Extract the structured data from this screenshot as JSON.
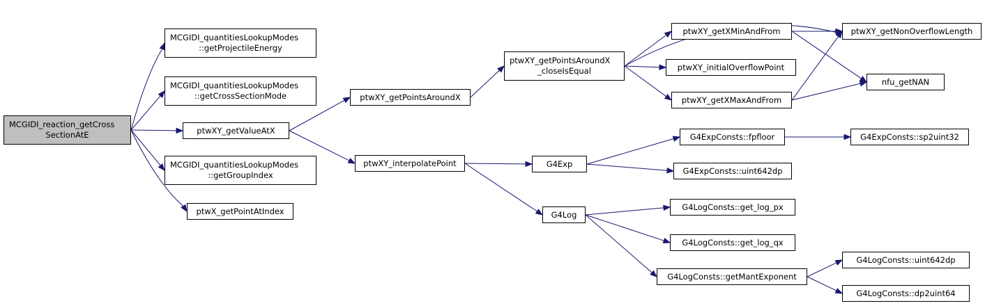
{
  "graph": {
    "edge_color": "#191970",
    "root_fill": "#bfbfbf",
    "nodes": {
      "root": {
        "lines": [
          "MCGIDI_reaction_getCross",
          "SectionAtE"
        ]
      },
      "getProjectileEnergy": {
        "lines": [
          "MCGIDI_quantitiesLookupModes",
          "::getProjectileEnergy"
        ]
      },
      "getCrossSectionMode": {
        "lines": [
          "MCGIDI_quantitiesLookupModes",
          "::getCrossSectionMode"
        ]
      },
      "getValueAtX": {
        "lines": [
          "ptwXY_getValueAtX"
        ]
      },
      "getGroupIndex": {
        "lines": [
          "MCGIDI_quantitiesLookupModes",
          "::getGroupIndex"
        ]
      },
      "getPointAtIndex": {
        "lines": [
          "ptwX_getPointAtIndex"
        ]
      },
      "getPointsAroundX": {
        "lines": [
          "ptwXY_getPointsAroundX"
        ]
      },
      "interpolatePoint": {
        "lines": [
          "ptwXY_interpolatePoint"
        ]
      },
      "closeIsEqual": {
        "lines": [
          "ptwXY_getPointsAroundX",
          "_closeIsEqual"
        ]
      },
      "G4Exp": {
        "lines": [
          "G4Exp"
        ]
      },
      "G4Log": {
        "lines": [
          "G4Log"
        ]
      },
      "getXMinAndFrom": {
        "lines": [
          "ptwXY_getXMinAndFrom"
        ]
      },
      "initialOverflowPoint": {
        "lines": [
          "ptwXY_initialOverflowPoint"
        ]
      },
      "getXMaxAndFrom": {
        "lines": [
          "ptwXY_getXMaxAndFrom"
        ]
      },
      "expFpfloor": {
        "lines": [
          "G4ExpConsts::fpfloor"
        ]
      },
      "expUint642dp": {
        "lines": [
          "G4ExpConsts::uint642dp"
        ]
      },
      "getLogPx": {
        "lines": [
          "G4LogConsts::get_log_px"
        ]
      },
      "getLogQx": {
        "lines": [
          "G4LogConsts::get_log_qx"
        ]
      },
      "getMantExponent": {
        "lines": [
          "G4LogConsts::getMantExponent"
        ]
      },
      "getNonOverflowLength": {
        "lines": [
          "ptwXY_getNonOverflowLength"
        ]
      },
      "nfuGetNAN": {
        "lines": [
          "nfu_getNAN"
        ]
      },
      "sp2uint32": {
        "lines": [
          "G4ExpConsts::sp2uint32"
        ]
      },
      "logUint642dp": {
        "lines": [
          "G4LogConsts::uint642dp"
        ]
      },
      "dp2uint64": {
        "lines": [
          "G4LogConsts::dp2uint64"
        ]
      }
    },
    "edges": [
      [
        "root",
        "getProjectileEnergy"
      ],
      [
        "root",
        "getCrossSectionMode"
      ],
      [
        "root",
        "getValueAtX"
      ],
      [
        "root",
        "getGroupIndex"
      ],
      [
        "root",
        "getPointAtIndex"
      ],
      [
        "getValueAtX",
        "getPointsAroundX"
      ],
      [
        "getValueAtX",
        "interpolatePoint"
      ],
      [
        "getPointsAroundX",
        "closeIsEqual"
      ],
      [
        "closeIsEqual",
        "getNonOverflowLength"
      ],
      [
        "closeIsEqual",
        "getXMinAndFrom"
      ],
      [
        "closeIsEqual",
        "initialOverflowPoint"
      ],
      [
        "closeIsEqual",
        "getXMaxAndFrom"
      ],
      [
        "getXMinAndFrom",
        "getNonOverflowLength"
      ],
      [
        "getXMinAndFrom",
        "nfuGetNAN"
      ],
      [
        "getXMaxAndFrom",
        "getNonOverflowLength"
      ],
      [
        "getXMaxAndFrom",
        "nfuGetNAN"
      ],
      [
        "interpolatePoint",
        "G4Exp"
      ],
      [
        "interpolatePoint",
        "G4Log"
      ],
      [
        "G4Exp",
        "expFpfloor"
      ],
      [
        "G4Exp",
        "expUint642dp"
      ],
      [
        "expFpfloor",
        "sp2uint32"
      ],
      [
        "G4Log",
        "getLogPx"
      ],
      [
        "G4Log",
        "getLogQx"
      ],
      [
        "G4Log",
        "getMantExponent"
      ],
      [
        "getMantExponent",
        "logUint642dp"
      ],
      [
        "getMantExponent",
        "dp2uint64"
      ]
    ]
  }
}
